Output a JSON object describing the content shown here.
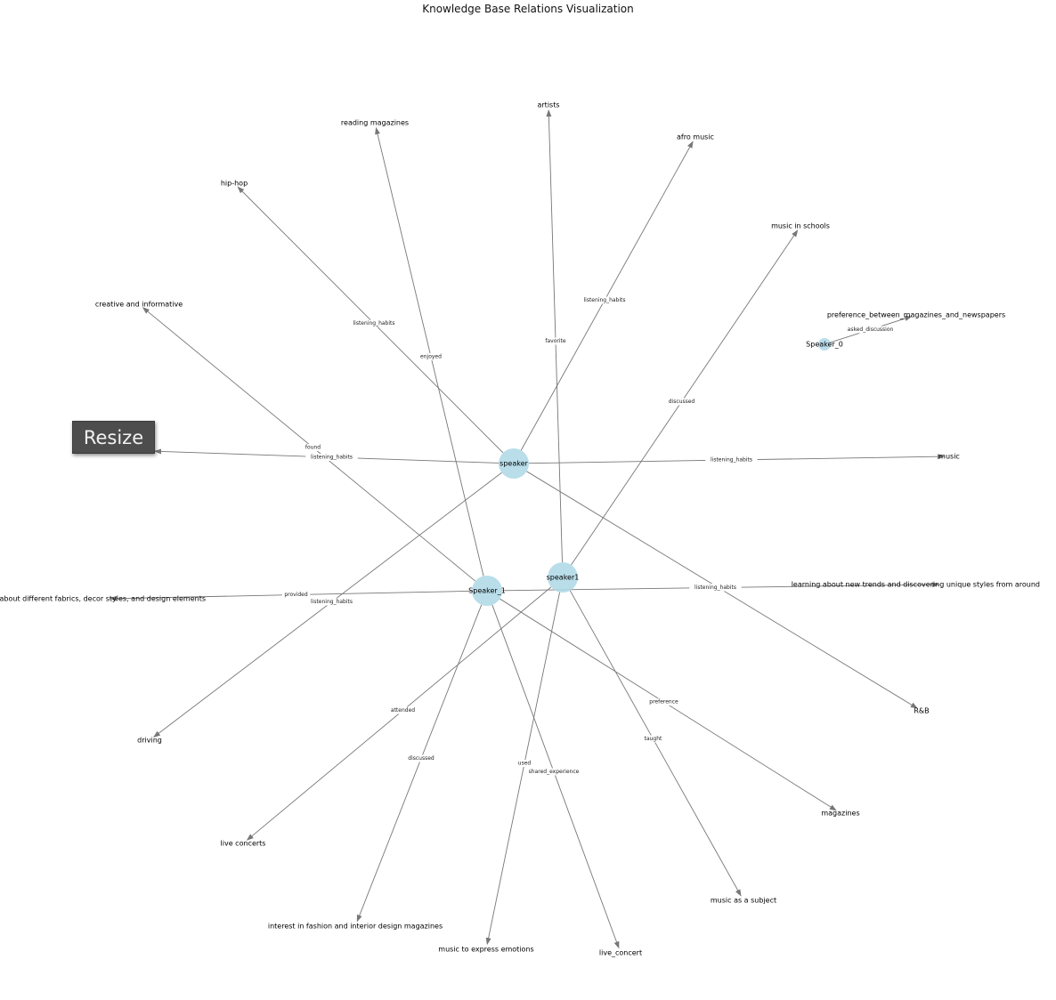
{
  "title": "Knowledge Base Relations Visualization",
  "resize_button": {
    "label": "Resize"
  },
  "colors": {
    "node": "#add8e6",
    "edge": "#777777"
  },
  "nodes": [
    {
      "id": "speaker",
      "label": "speaker",
      "size": "large"
    },
    {
      "id": "Speaker_1",
      "label": "Speaker_1",
      "size": "large"
    },
    {
      "id": "speaker1",
      "label": "speaker1",
      "size": "large"
    },
    {
      "id": "Speaker_0",
      "label": "Speaker_0",
      "size": "small"
    },
    {
      "id": "reading magazines",
      "label": "reading magazines",
      "size": "none"
    },
    {
      "id": "artists",
      "label": "artists",
      "size": "none"
    },
    {
      "id": "afro music",
      "label": "afro music",
      "size": "none"
    },
    {
      "id": "hip-hop",
      "label": "hip-hop",
      "size": "none"
    },
    {
      "id": "music in schools",
      "label": "music in schools",
      "size": "none"
    },
    {
      "id": "creative and informative",
      "label": "creative and informative",
      "size": "none"
    },
    {
      "id": "preference_between_magazines_and_newspapers",
      "label": "preference_between_magazines_and_newspapers",
      "size": "none"
    },
    {
      "id": "music",
      "label": "music",
      "size": "none"
    },
    {
      "id": "knowledge_fabrics",
      "label": "knowledge about different fabrics, decor styles, and design elements",
      "size": "none"
    },
    {
      "id": "learning_trends",
      "label": "learning about new trends and discovering unique styles from around",
      "size": "none"
    },
    {
      "id": "R&B",
      "label": "R&B",
      "size": "none"
    },
    {
      "id": "driving",
      "label": "driving",
      "size": "none"
    },
    {
      "id": "magazines",
      "label": "magazines",
      "size": "none"
    },
    {
      "id": "live concerts",
      "label": "live concerts",
      "size": "none"
    },
    {
      "id": "music as a subject",
      "label": "music as a subject",
      "size": "none"
    },
    {
      "id": "interest_fashion",
      "label": "interest in fashion and interior design magazines",
      "size": "none"
    },
    {
      "id": "music to express emotions",
      "label": "music to express emotions",
      "size": "none"
    },
    {
      "id": "live_concert",
      "label": "live_concert",
      "size": "none"
    },
    {
      "id": "left_hidden",
      "label": "",
      "size": "none"
    }
  ],
  "edges": [
    {
      "source": "speaker",
      "target": "hip-hop",
      "label": "listening_habits"
    },
    {
      "source": "speaker",
      "target": "afro music",
      "label": "listening_habits"
    },
    {
      "source": "speaker",
      "target": "music",
      "label": "listening_habits"
    },
    {
      "source": "speaker",
      "target": "R&B",
      "label": "enjoyed"
    },
    {
      "source": "speaker",
      "target": "driving",
      "label": "listening_habits"
    },
    {
      "source": "speaker",
      "target": "left_hidden",
      "label": "listening_habits"
    },
    {
      "source": "Speaker_1",
      "target": "reading magazines",
      "label": "enjoyed"
    },
    {
      "source": "Speaker_1",
      "target": "creative and informative",
      "label": "found"
    },
    {
      "source": "Speaker_1",
      "target": "knowledge_fabrics",
      "label": "provided"
    },
    {
      "source": "Speaker_1",
      "target": "learning_trends",
      "label": "listening_habits"
    },
    {
      "source": "Speaker_1",
      "target": "magazines",
      "label": "preference"
    },
    {
      "source": "Speaker_1",
      "target": "interest_fashion",
      "label": "discussed"
    },
    {
      "source": "Speaker_1",
      "target": "live_concert",
      "label": "shared_experience"
    },
    {
      "source": "speaker1",
      "target": "artists",
      "label": "favorite"
    },
    {
      "source": "speaker1",
      "target": "music in schools",
      "label": "discussed"
    },
    {
      "source": "speaker1",
      "target": "live concerts",
      "label": "attended"
    },
    {
      "source": "speaker1",
      "target": "music as a subject",
      "label": "taught"
    },
    {
      "source": "speaker1",
      "target": "music to express emotions",
      "label": "used"
    },
    {
      "source": "Speaker_0",
      "target": "preference_between_magazines_and_newspapers",
      "label": "asked_discussion"
    }
  ]
}
